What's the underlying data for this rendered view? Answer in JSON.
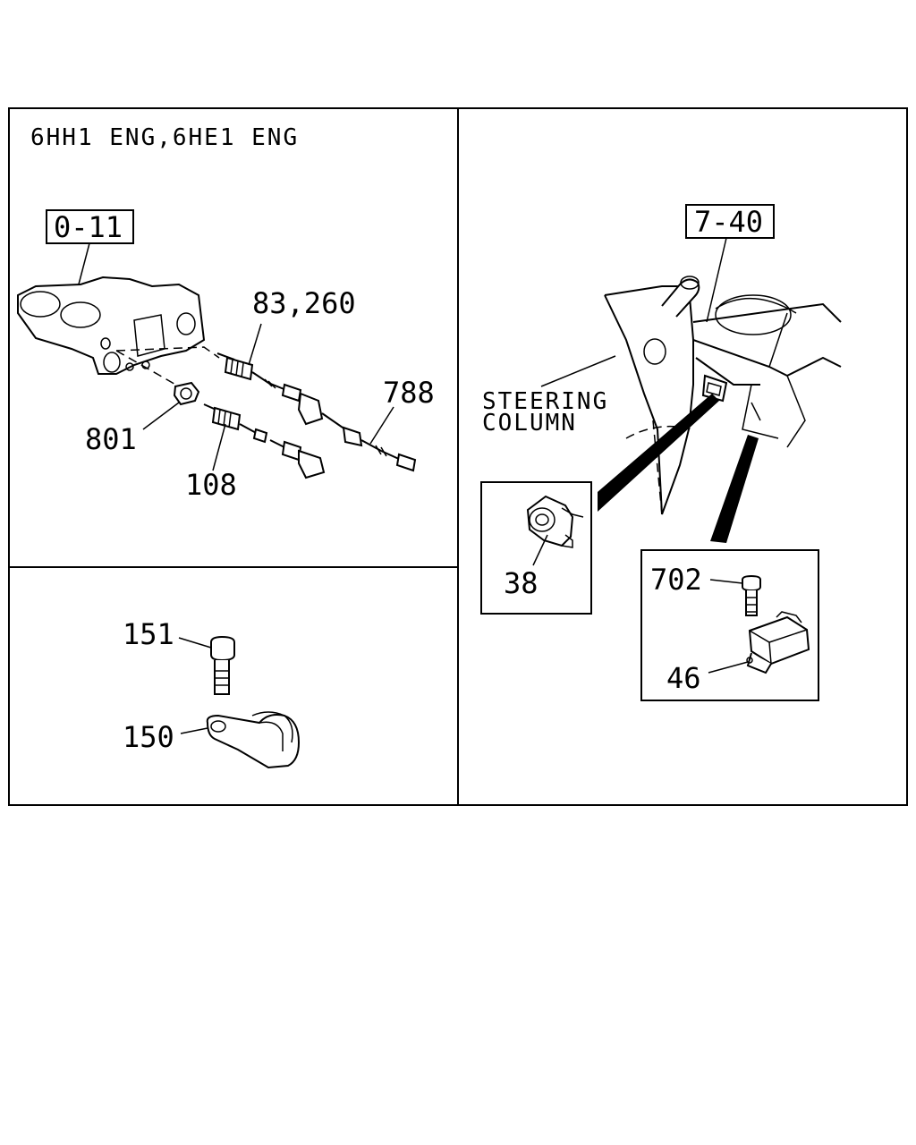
{
  "header": {
    "engine_title": "6HH1 ENG,6HE1 ENG"
  },
  "callouts": {
    "ref_0_11": "0-11",
    "ref_7_40": "7-40",
    "p83_260": "83,260",
    "p788": "788",
    "p801": "801",
    "p108": "108",
    "p151": "151",
    "p150": "150",
    "p38": "38",
    "p702": "702",
    "p46": "46"
  },
  "labels": {
    "steering_line1": "STEERING",
    "steering_line2": "COLUMN"
  }
}
